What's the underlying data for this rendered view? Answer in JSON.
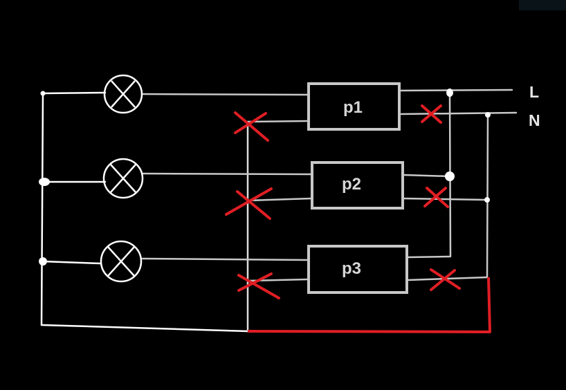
{
  "diagram": {
    "boxes": [
      {
        "id": "p1",
        "label": "p1"
      },
      {
        "id": "p2",
        "label": "p2"
      },
      {
        "id": "p3",
        "label": "p3"
      }
    ],
    "rails": [
      {
        "id": "L",
        "label": "L"
      },
      {
        "id": "N",
        "label": "N"
      }
    ],
    "lamps": [
      {
        "id": "lamp-1"
      },
      {
        "id": "lamp-2"
      },
      {
        "id": "lamp-3"
      }
    ]
  },
  "colors": {
    "background": "#000000",
    "wire": "#c8c8c8",
    "wire_bright": "#ffffff",
    "box_border": "#c8c8c8",
    "label": "#d6d6d6",
    "cross_mark": "#e01e24",
    "correction_wire": "#e01e24"
  }
}
